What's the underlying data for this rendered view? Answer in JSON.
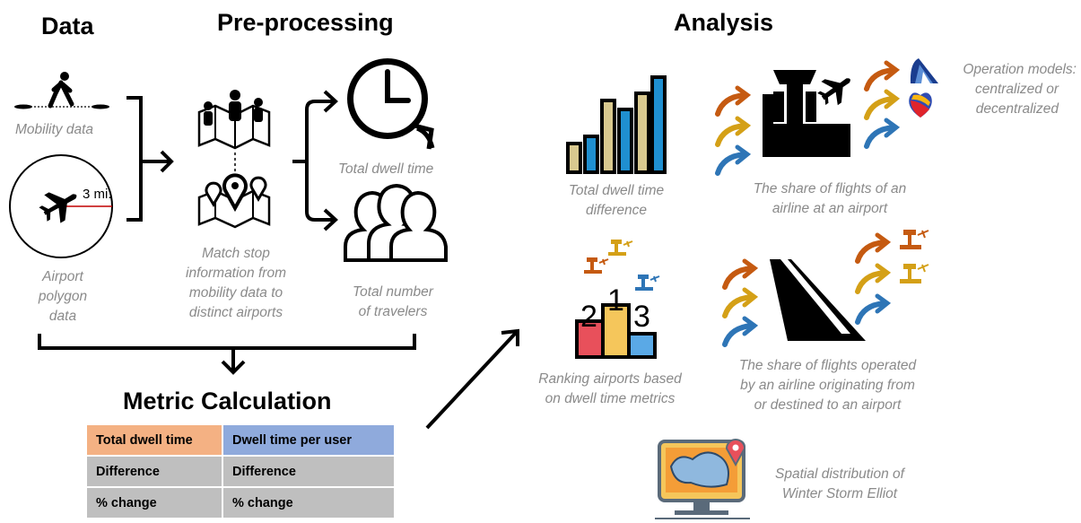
{
  "headings": {
    "data": "Data",
    "preprocessing": "Pre-processing",
    "analysis": "Analysis",
    "metric_calculation": "Metric Calculation"
  },
  "data_column": {
    "mobility_caption": "Mobility data",
    "radius_label": "3 mi.",
    "airport_caption": [
      "Airport",
      "polygon",
      "data"
    ]
  },
  "preprocessing_column": {
    "match_caption": [
      "Match stop",
      "information from",
      "mobility data to",
      "distinct airports"
    ],
    "dwell_caption": "Total dwell time",
    "travelers_caption": [
      "Total number",
      "of travelers"
    ]
  },
  "metrics_table": {
    "header": [
      "Total dwell time",
      "Dwell time per user"
    ],
    "rows": [
      [
        "Difference",
        "Difference"
      ],
      [
        "% change",
        "% change"
      ]
    ]
  },
  "analysis_column": {
    "dwell_diff_caption": [
      "Total dwell time",
      "difference"
    ],
    "share_airport_caption": [
      "The share of flights of an",
      "airline at an airport"
    ],
    "operation_caption": [
      "Operation models:",
      "centralized or",
      "decentralized"
    ],
    "ranking_caption": [
      "Ranking airports based",
      "on dwell time metrics"
    ],
    "podium_labels": [
      "2",
      "1",
      "3"
    ],
    "share_airline_caption": [
      "The share of flights operated",
      "by an airline originating from",
      "or destined to an airport"
    ],
    "spatial_caption": [
      "Spatial distribution of",
      "Winter Storm Elliot"
    ]
  },
  "colors": {
    "orange_arrow": "#c55a11",
    "gold_arrow": "#d4a017",
    "blue_arrow": "#2e75b6",
    "bar_tan": "#d9c98f",
    "bar_blue": "#1f8fd0",
    "podium_red": "#e8505b",
    "podium_yellow": "#f5c65b",
    "podium_blue": "#5aa9e6"
  }
}
